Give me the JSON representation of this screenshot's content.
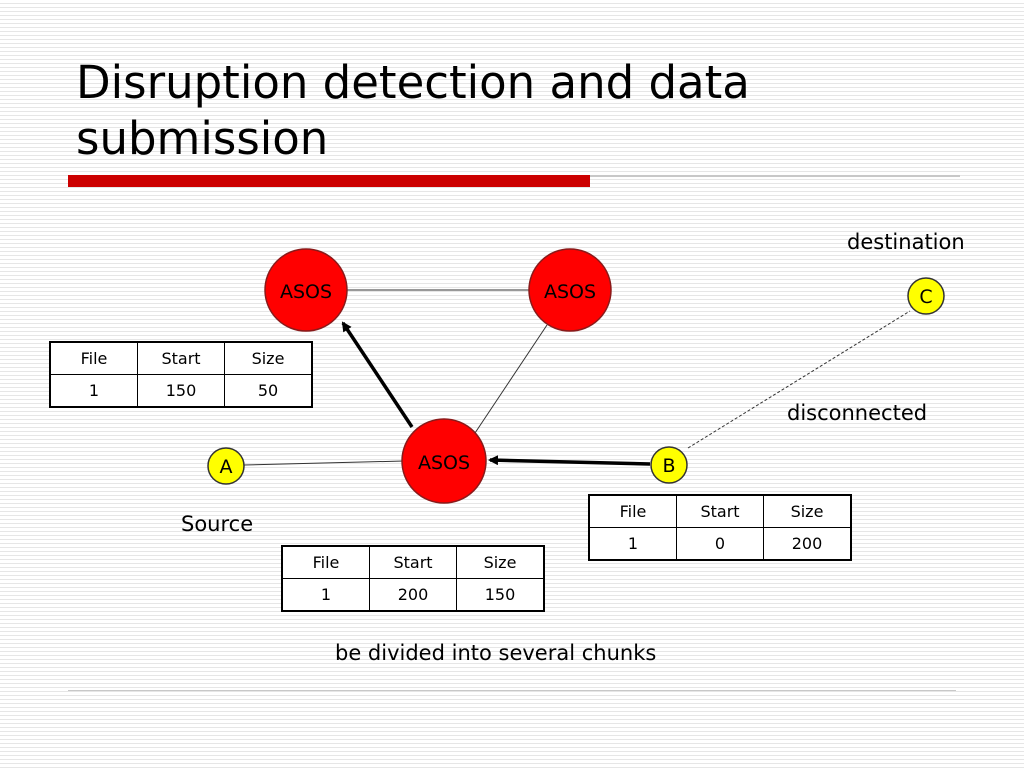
{
  "slide": {
    "title_line1": "Disruption detection and data",
    "title_line2": "submission"
  },
  "nodes": {
    "asos_left": "ASOS",
    "asos_right": "ASOS",
    "asos_center": "ASOS",
    "a": "A",
    "b": "B",
    "c": "C"
  },
  "labels": {
    "destination": "destination",
    "disconnected": "disconnected",
    "source": "Source",
    "chunks_note": "be divided into several chunks"
  },
  "tables": [
    {
      "headers": [
        "File",
        "Start",
        "Size"
      ],
      "row": [
        "1",
        "150",
        "50"
      ]
    },
    {
      "headers": [
        "File",
        "Start",
        "Size"
      ],
      "row": [
        "1",
        "0",
        "200"
      ]
    },
    {
      "headers": [
        "File",
        "Start",
        "Size"
      ],
      "row": [
        "1",
        "200",
        "150"
      ]
    }
  ],
  "colors": {
    "asos_fill": "#ff0000",
    "endpoint_fill": "#ffff00",
    "accent_rule": "#cc0000"
  }
}
